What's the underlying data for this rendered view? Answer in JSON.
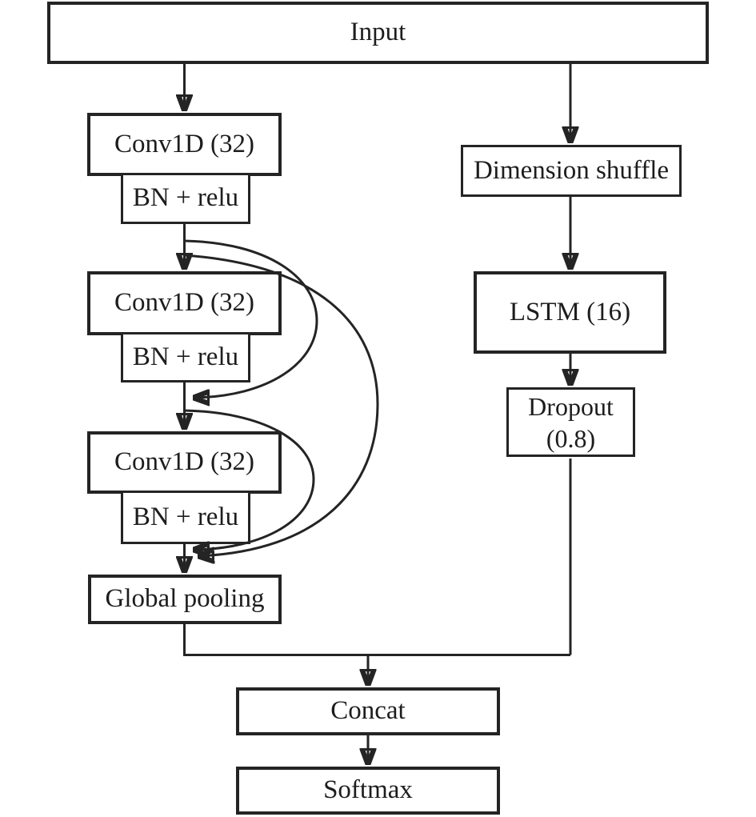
{
  "diagram": {
    "nodes": {
      "input": "Input",
      "conv1": "Conv1D (32)",
      "bn1": "BN + relu",
      "conv2": "Conv1D (32)",
      "bn2": "BN + relu",
      "conv3": "Conv1D (32)",
      "bn3": "BN + relu",
      "global_pooling": "Global pooling",
      "dimension_shuffle": "Dimension shuffle",
      "lstm": "LSTM (16)",
      "dropout_line1": "Dropout",
      "dropout_line2": "(0.8)",
      "concat": "Concat",
      "softmax": "Softmax"
    },
    "colors": {
      "stroke": "#242424",
      "background": "#ffffff"
    }
  }
}
